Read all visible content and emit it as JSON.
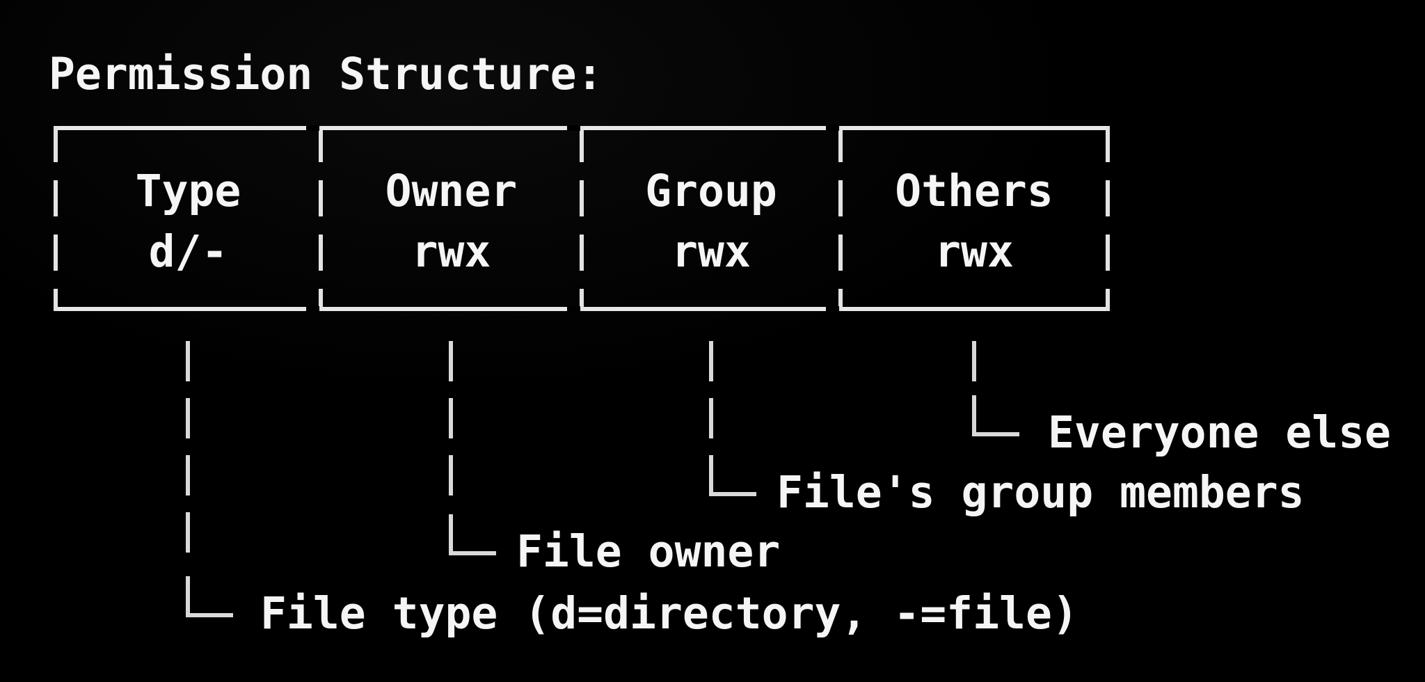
{
  "title": "Permission Structure:",
  "table": {
    "columns": [
      {
        "name": "Type",
        "value": "d/-"
      },
      {
        "name": "Owner",
        "value": "rwx"
      },
      {
        "name": "Group",
        "value": "rwx"
      },
      {
        "name": "Others",
        "value": "rwx"
      }
    ]
  },
  "annotations": [
    {
      "column": "Type",
      "label": "File type (d=directory, -=file)"
    },
    {
      "column": "Owner",
      "label": "File owner"
    },
    {
      "column": "Group",
      "label": "File's group members"
    },
    {
      "column": "Others",
      "label": "Everyone else"
    }
  ],
  "colors": {
    "background": "#000000",
    "text": "#f5f5f5",
    "table_border": "#e8e8e8",
    "connector_line": "#d9d9d9"
  }
}
